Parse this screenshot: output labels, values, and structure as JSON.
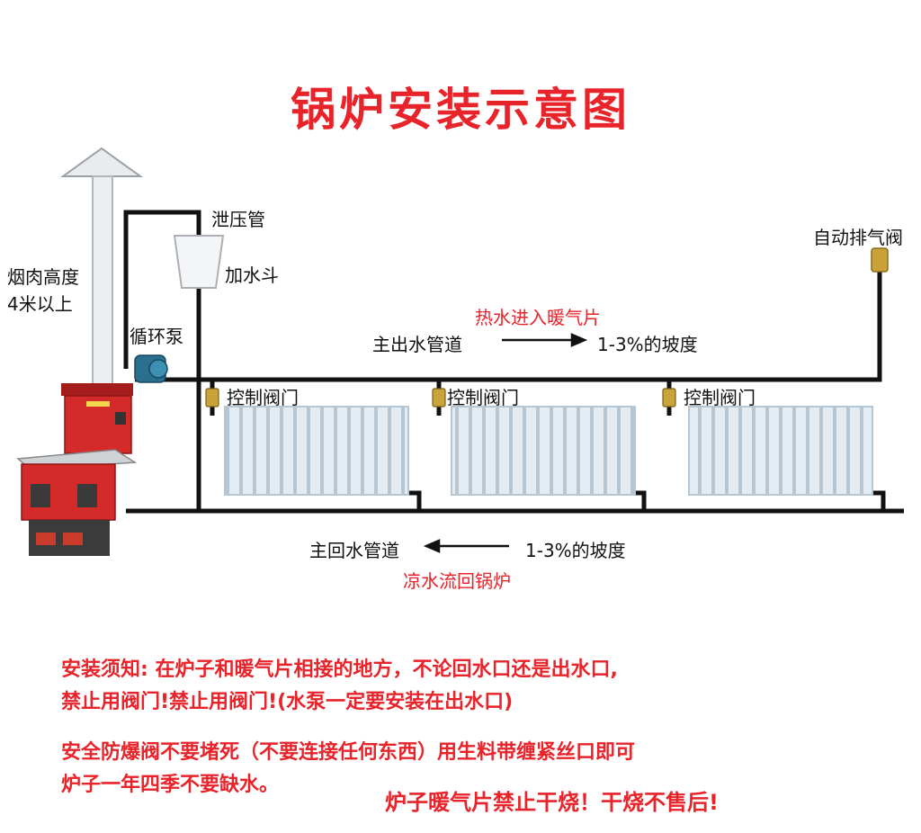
{
  "title": "锅炉安装示意图",
  "labels": {
    "relief_pipe": "泄压管",
    "filler_funnel": "加水斗",
    "chimney": [
      "烟肉高度",
      "4米以上"
    ],
    "pump": "循环泵",
    "air_vent": "自动排气阀",
    "hot_water": "热水进入暖气片",
    "main_supply": "主出水管道",
    "supply_slope": "1-3%的坡度",
    "valves": [
      "控制阀门",
      "控制阀门",
      "控制阀门"
    ],
    "main_return": "主回水管道",
    "return_slope": "1-3%的坡度",
    "cool_water": "凉水流回锅炉"
  },
  "notes": [
    "安装须知: 在炉子和暖气片相接的地方，不论回水口还是出水口,",
    "禁止用阀门!禁止用阀门!(水泵一定要安装在出水口)",
    "安全防爆阀不要堵死（不要连接任何东西）用生料带缠紧丝口即可",
    "炉子一年四季不要缺水。",
    "炉子暖气片禁止干烧！干烧不售后!"
  ],
  "colors": {
    "title": "#e8232a",
    "boiler": "#d42a2a",
    "pipe": "#111111",
    "radiator": "#dfe9f2"
  }
}
